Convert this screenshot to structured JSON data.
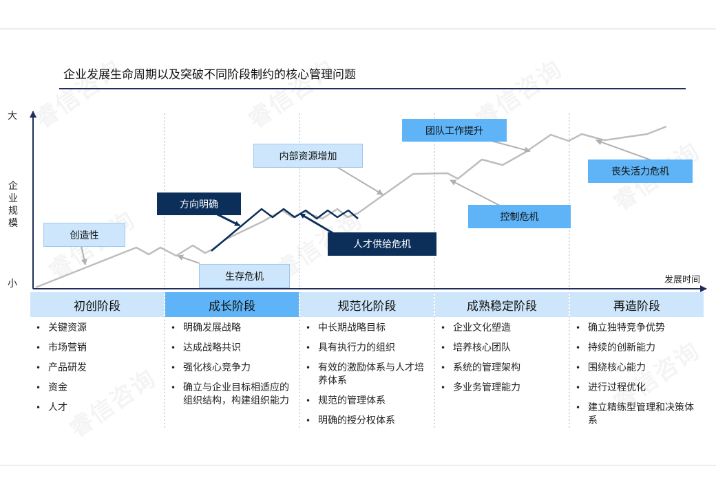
{
  "title": "企业发展生命周期以及突破不同阶段制约的核心管理问题",
  "axis": {
    "y_top": "大",
    "y_bottom": "小",
    "y_mid": [
      "企",
      "业",
      "规",
      "模"
    ],
    "x_label": "发展时间"
  },
  "callouts": {
    "creativity": "创造性",
    "survival": "生存危机",
    "direction": "方向明确",
    "internal": "内部资源增加",
    "talent": "人才供给危机",
    "team": "团队工作提升",
    "control": "控制危机",
    "vitality": "丧失活力危机"
  },
  "stages": [
    {
      "name": "初创阶段",
      "items": [
        "关键资源",
        "市场营销",
        "产品研发",
        "资金",
        "人才"
      ]
    },
    {
      "name": "成长阶段",
      "items": [
        "明确发展战略",
        "达成战略共识",
        "强化核心竞争力",
        "确立与企业目标相适应的组织结构，构建组织能力"
      ]
    },
    {
      "name": "规范化阶段",
      "items": [
        "中长期战略目标",
        "具有执行力的组织",
        "有效的激励体系与人才培养体系",
        "规范的管理体系",
        "明确的授分权体系"
      ]
    },
    {
      "name": "成熟稳定阶段",
      "items": [
        "企业文化塑造",
        "培养核心团队",
        "系统的管理架构",
        "多业务管理能力"
      ]
    },
    {
      "name": "再造阶段",
      "items": [
        "确立独特竞争优势",
        "持续的创新能力",
        "围绕核心能力",
        "进行过程优化",
        "建立精练型管理和决策体系"
      ]
    }
  ],
  "bullet": "•",
  "watermark": "睿信咨询",
  "colors": {
    "navy": "#0c2f5a",
    "light_blue": "#cde6fb",
    "mid_blue": "#5eb4f7",
    "gray_line": "#b9b9b9"
  }
}
